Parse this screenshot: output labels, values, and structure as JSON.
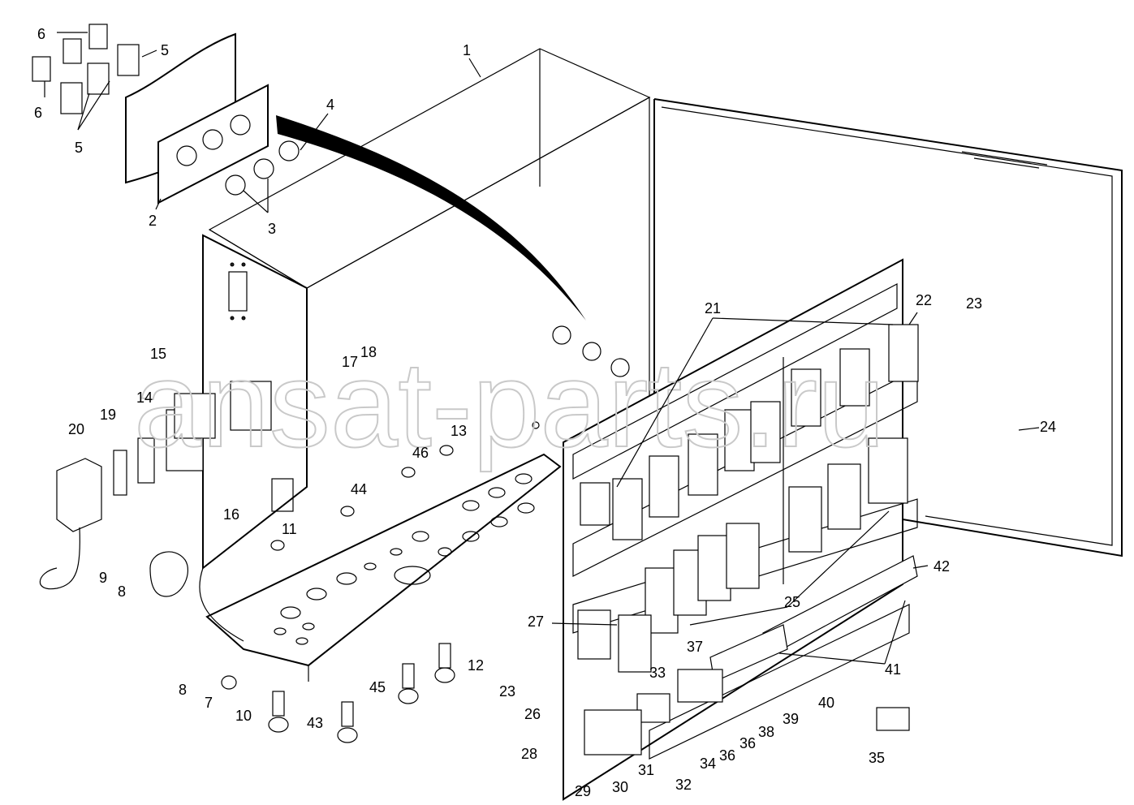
{
  "watermark": "ansat-parts.ru",
  "callouts": [
    {
      "id": "c1",
      "text": "1"
    },
    {
      "id": "c2",
      "text": "2"
    },
    {
      "id": "c3",
      "text": "3"
    },
    {
      "id": "c4",
      "text": "4"
    },
    {
      "id": "c5a",
      "text": "5"
    },
    {
      "id": "c5b",
      "text": "5"
    },
    {
      "id": "c6a",
      "text": "6"
    },
    {
      "id": "c6b",
      "text": "6"
    },
    {
      "id": "c7",
      "text": "7"
    },
    {
      "id": "c8a",
      "text": "8"
    },
    {
      "id": "c8b",
      "text": "8"
    },
    {
      "id": "c9",
      "text": "9"
    },
    {
      "id": "c10",
      "text": "10"
    },
    {
      "id": "c11",
      "text": "11"
    },
    {
      "id": "c12",
      "text": "12"
    },
    {
      "id": "c13",
      "text": "13"
    },
    {
      "id": "c14",
      "text": "14"
    },
    {
      "id": "c15",
      "text": "15"
    },
    {
      "id": "c16",
      "text": "16"
    },
    {
      "id": "c17",
      "text": "17"
    },
    {
      "id": "c18",
      "text": "18"
    },
    {
      "id": "c19",
      "text": "19"
    },
    {
      "id": "c20",
      "text": "20"
    },
    {
      "id": "c21",
      "text": "21"
    },
    {
      "id": "c22",
      "text": "22"
    },
    {
      "id": "c23a",
      "text": "23"
    },
    {
      "id": "c23b",
      "text": "23"
    },
    {
      "id": "c24",
      "text": "24"
    },
    {
      "id": "c25",
      "text": "25"
    },
    {
      "id": "c26",
      "text": "26"
    },
    {
      "id": "c27",
      "text": "27"
    },
    {
      "id": "c28",
      "text": "28"
    },
    {
      "id": "c29",
      "text": "29"
    },
    {
      "id": "c30",
      "text": "30"
    },
    {
      "id": "c31",
      "text": "31"
    },
    {
      "id": "c32",
      "text": "32"
    },
    {
      "id": "c33",
      "text": "33"
    },
    {
      "id": "c34",
      "text": "34"
    },
    {
      "id": "c35",
      "text": "35"
    },
    {
      "id": "c36a",
      "text": "36"
    },
    {
      "id": "c36b",
      "text": "36"
    },
    {
      "id": "c37",
      "text": "37"
    },
    {
      "id": "c38",
      "text": "38"
    },
    {
      "id": "c39",
      "text": "39"
    },
    {
      "id": "c40",
      "text": "40"
    },
    {
      "id": "c41",
      "text": "41"
    },
    {
      "id": "c42",
      "text": "42"
    },
    {
      "id": "c43",
      "text": "43"
    },
    {
      "id": "c44",
      "text": "44"
    },
    {
      "id": "c45",
      "text": "45"
    },
    {
      "id": "c46",
      "text": "46"
    }
  ]
}
